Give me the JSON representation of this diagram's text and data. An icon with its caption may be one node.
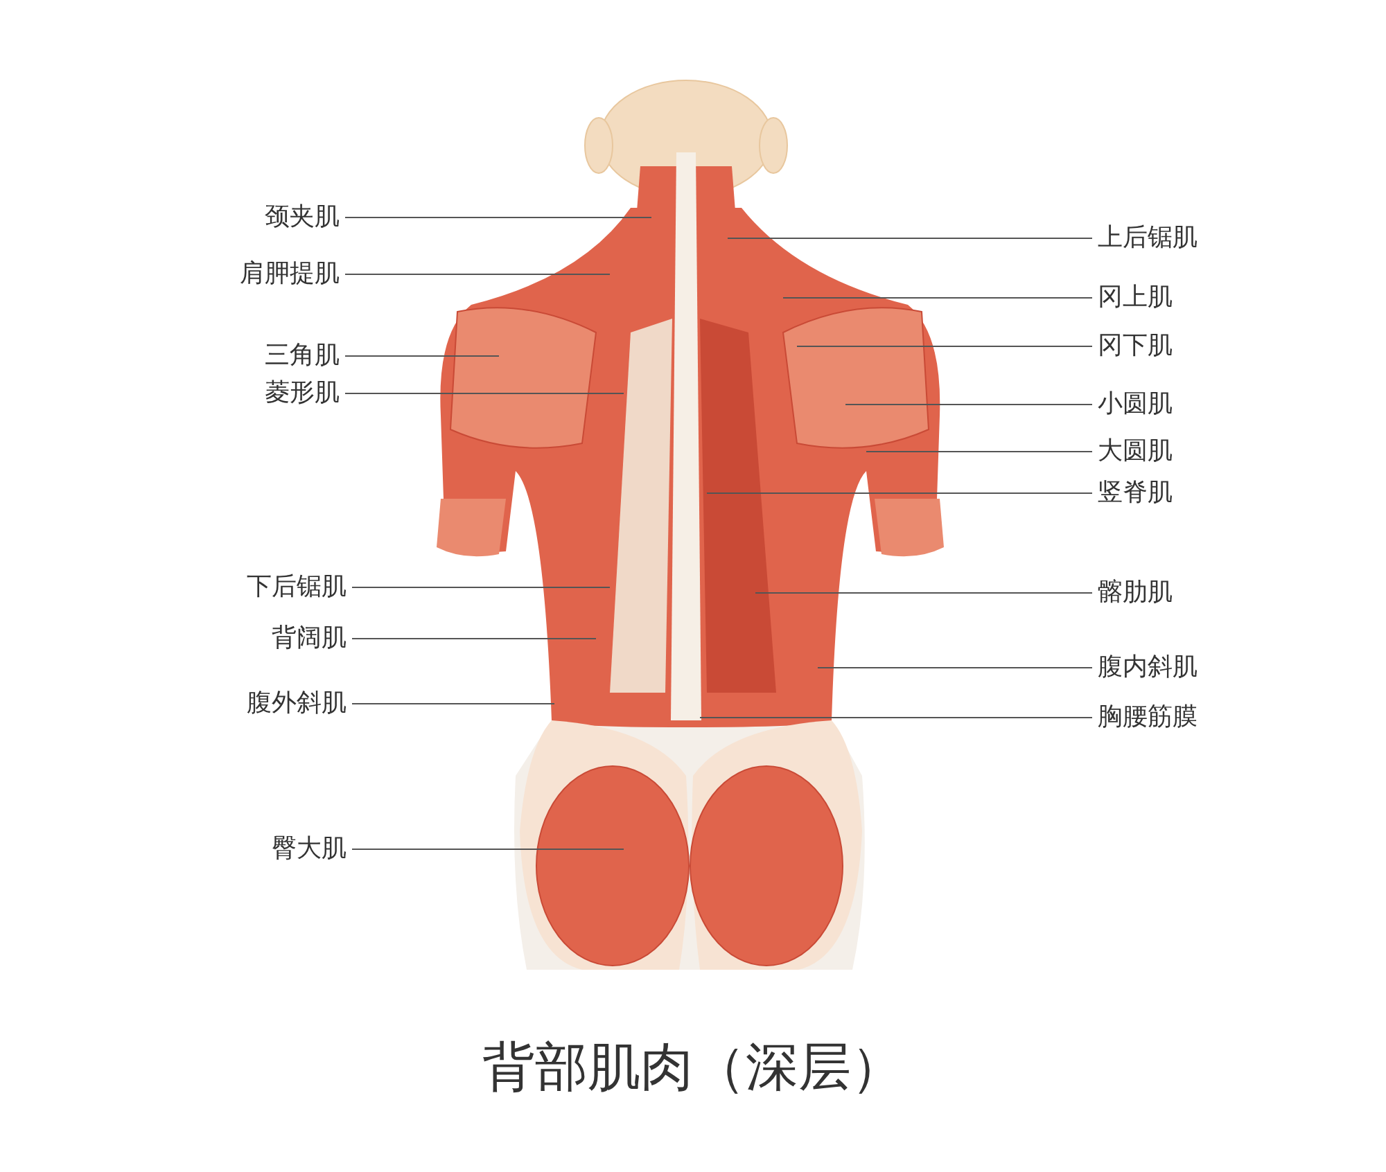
{
  "diagram": {
    "title": "背部肌肉（深层）",
    "nodes": [
      {
        "text": [
          "颈夹肌"
        ]
      },
      {
        "text": [
          "肩胛提肌"
        ]
      },
      {
        "text": [
          "三角肌"
        ]
      },
      {
        "text": [
          "菱形肌"
        ]
      },
      {
        "text": [
          "下后锯肌"
        ]
      },
      {
        "text": [
          "背阔肌"
        ]
      },
      {
        "text": [
          "腹外斜肌"
        ]
      },
      {
        "text": [
          "臀大肌"
        ]
      },
      {
        "text": [
          "上后锯肌"
        ]
      },
      {
        "text": [
          "冈上肌"
        ]
      },
      {
        "text": [
          "冈下肌"
        ]
      },
      {
        "text": [
          "小圆肌"
        ]
      },
      {
        "text": [
          "大圆肌"
        ]
      },
      {
        "text": [
          "竖脊肌"
        ]
      },
      {
        "text": [
          "髂肋肌"
        ]
      },
      {
        "text": [
          "腹内斜肌"
        ]
      },
      {
        "text": [
          "胸腰筋膜"
        ]
      }
    ],
    "edges": [
      {
        "from": 0,
        "to": null,
        "arrow": "none"
      },
      {
        "from": 1,
        "to": null,
        "arrow": "none"
      },
      {
        "from": 2,
        "to": null,
        "arrow": "none"
      },
      {
        "from": 3,
        "to": null,
        "arrow": "none"
      },
      {
        "from": 4,
        "to": null,
        "arrow": "none"
      },
      {
        "from": 5,
        "to": null,
        "arrow": "none"
      },
      {
        "from": 6,
        "to": null,
        "arrow": "none"
      },
      {
        "from": 7,
        "to": null,
        "arrow": "none"
      },
      {
        "from": 8,
        "to": null,
        "arrow": "none"
      },
      {
        "from": 9,
        "to": null,
        "arrow": "none"
      },
      {
        "from": 10,
        "to": null,
        "arrow": "none"
      },
      {
        "from": 11,
        "to": null,
        "arrow": "none"
      },
      {
        "from": 12,
        "to": null,
        "arrow": "none"
      },
      {
        "from": 13,
        "to": null,
        "arrow": "none"
      },
      {
        "from": 14,
        "to": null,
        "arrow": "none"
      },
      {
        "from": 15,
        "to": null,
        "arrow": "none"
      },
      {
        "from": 16,
        "to": null,
        "arrow": "none"
      }
    ]
  }
}
